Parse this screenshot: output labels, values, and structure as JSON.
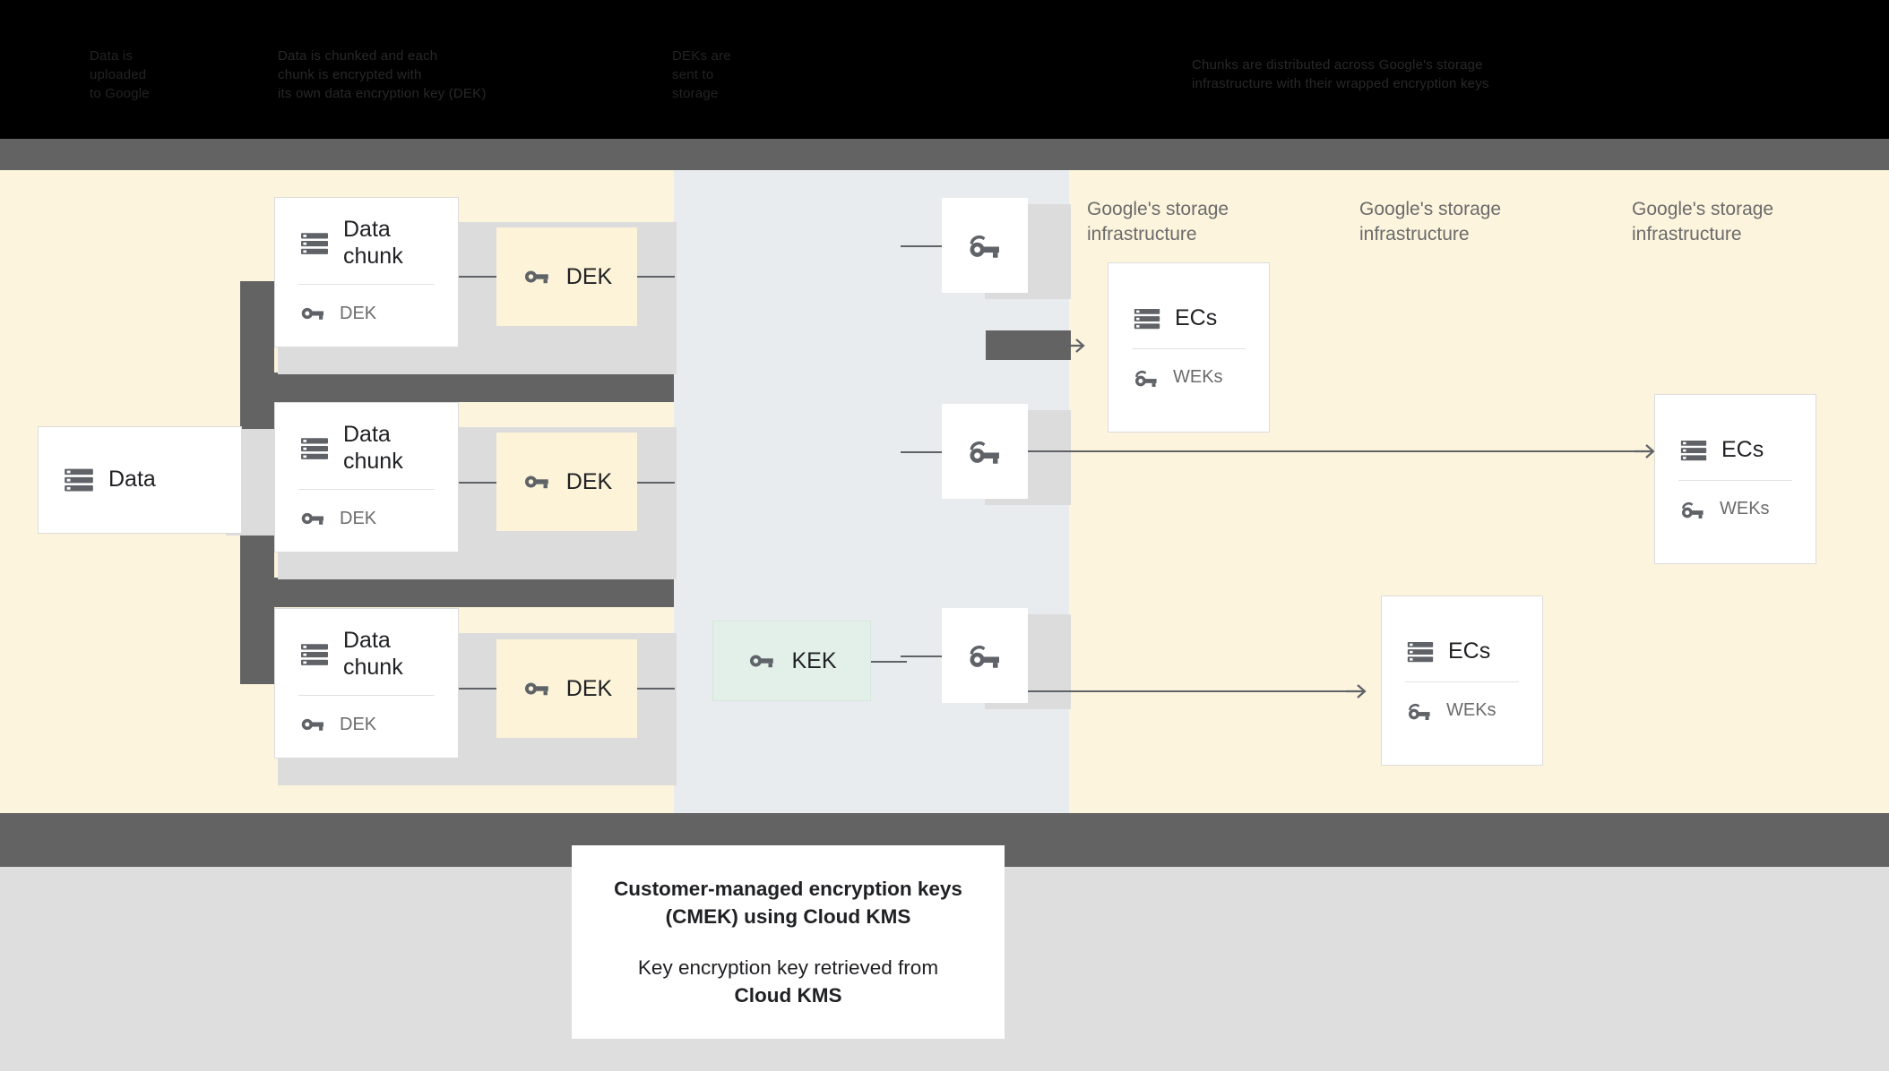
{
  "top_banner": {
    "note": "obscured-dark-text",
    "columns": [
      {
        "lines": [
          "Data is",
          "uploaded",
          "to Google"
        ]
      },
      {
        "lines": [
          "Data is chunked and each",
          "chunk is encrypted with",
          "its own data encryption key (DEK)"
        ]
      },
      {
        "lines": [
          "DEKs are",
          "sent to",
          "storage"
        ]
      },
      {
        "lines": [
          "Chunks are distributed across Google's storage",
          "infrastructure with their wrapped encryption keys"
        ]
      }
    ]
  },
  "zones": {
    "cream_left_color": "#fcf4dd",
    "bluegray_color": "#e8ecee",
    "cream_right_color": "#fcf4dd",
    "band_color": "#636363",
    "bottom_color": "#dedede"
  },
  "nodes": {
    "data": {
      "label": "Data",
      "icon": "storage-icon"
    },
    "chunks": [
      {
        "label": "Data\nchunk",
        "icon": "storage-icon",
        "sub_label": "DEK",
        "sub_icon": "key-icon"
      },
      {
        "label": "Data\nchunk",
        "icon": "storage-icon",
        "sub_label": "DEK",
        "sub_icon": "key-icon"
      },
      {
        "label": "Data\nchunk",
        "icon": "storage-icon",
        "sub_label": "DEK",
        "sub_icon": "key-icon"
      }
    ],
    "deks": [
      {
        "label": "DEK",
        "icon": "key-icon"
      },
      {
        "label": "DEK",
        "icon": "key-icon"
      },
      {
        "label": "DEK",
        "icon": "key-icon"
      }
    ],
    "kek": {
      "label": "KEK",
      "icon": "key-icon",
      "color": "#e2f0e9"
    },
    "wrapped_keys": [
      {
        "icon": "wrapped-key-icon"
      },
      {
        "icon": "wrapped-key-icon"
      },
      {
        "icon": "wrapped-key-icon"
      }
    ],
    "ecs": [
      {
        "label": "ECs",
        "icon": "storage-icon",
        "sub_label": "WEKs",
        "sub_icon": "wrapped-key-icon"
      },
      {
        "label": "ECs",
        "icon": "storage-icon",
        "sub_label": "WEKs",
        "sub_icon": "wrapped-key-icon"
      },
      {
        "label": "ECs",
        "icon": "storage-icon",
        "sub_label": "WEKs",
        "sub_icon": "wrapped-key-icon"
      }
    ]
  },
  "zone_labels": [
    {
      "text": "Google's storage\ninfrastructure"
    },
    {
      "text": "Google's storage\ninfrastructure"
    },
    {
      "text": "Google's storage\ninfrastructure"
    }
  ],
  "caption": {
    "title": "Customer-managed encryption keys\n(CMEK) using Cloud KMS",
    "body_prefix": "Key encryption key retrieved from",
    "body_bold": "Cloud KMS"
  }
}
